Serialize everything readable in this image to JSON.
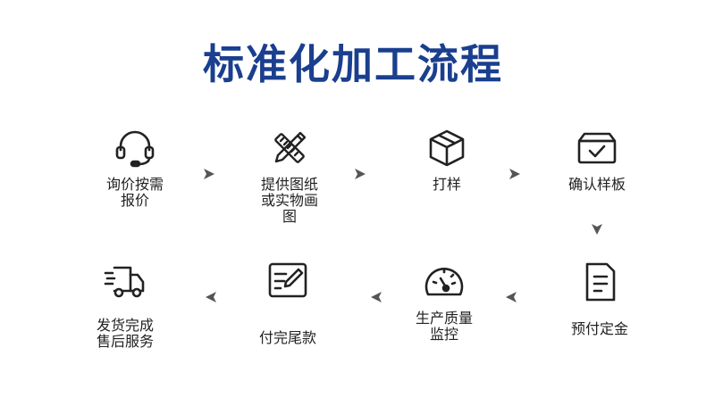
{
  "title": "标准化加工流程",
  "colors": {
    "title": "#1a3f8f",
    "icon": "#222222",
    "arrow": "#555555"
  },
  "steps": [
    {
      "label": "询价按需\n报价",
      "icon": "headset-icon"
    },
    {
      "label": "提供图纸\n或实物画\n图",
      "icon": "ruler-pencil-icon"
    },
    {
      "label": "打样",
      "icon": "cube-icon"
    },
    {
      "label": "确认样板",
      "icon": "box-check-icon"
    },
    {
      "label": "预付定金",
      "icon": "document-icon"
    },
    {
      "label": "生产质量\n监控",
      "icon": "gauge-icon"
    },
    {
      "label": "付完尾款",
      "icon": "form-edit-icon"
    },
    {
      "label": "发货完成\n售后服务",
      "icon": "delivery-truck-icon"
    }
  ]
}
